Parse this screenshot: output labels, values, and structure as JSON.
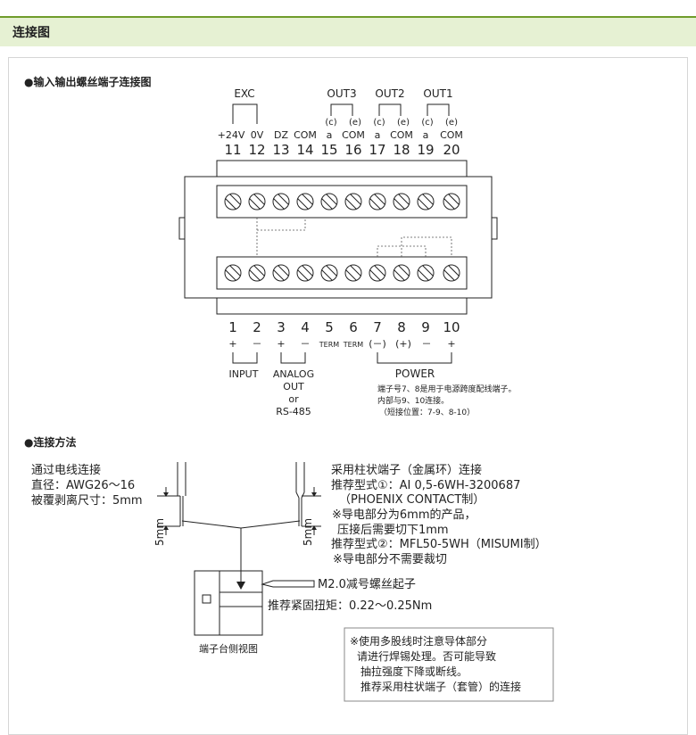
{
  "header": {
    "title": "连接图"
  },
  "section1": {
    "title": "●输入输出螺丝端子连接图"
  },
  "groups_top": {
    "exc": "EXC",
    "out3": "OUT3",
    "out2": "OUT2",
    "out1": "OUT1"
  },
  "ce": {
    "c": "(c)",
    "e": "(e)"
  },
  "top_labels": {
    "l11": "+24V",
    "l12": "0V",
    "l13": "DZ",
    "l14": "COM",
    "a": "a",
    "com": "COM"
  },
  "top_numbers": [
    "11",
    "12",
    "13",
    "14",
    "15",
    "16",
    "17",
    "18",
    "19",
    "20"
  ],
  "bottom_numbers": [
    "1",
    "2",
    "3",
    "4",
    "5",
    "6",
    "7",
    "8",
    "9",
    "10"
  ],
  "bottom_signs": {
    "plus": "+",
    "minus": "－",
    "term": "TERM",
    "neg": "(－)",
    "pos": "(+)"
  },
  "groups_bottom": {
    "input": "INPUT",
    "analog": "ANALOG",
    "out": "OUT",
    "or": "or",
    "rs485": "RS-485",
    "power": "POWER"
  },
  "power_note": [
    "端子号7、8是用于电源跨度配线端子。",
    "内部与9、10连接。",
    "（短接位置：7-9、8-10）"
  ],
  "section2": {
    "title": "●连接方法"
  },
  "wire_left": [
    "通过电线连接",
    "直径：AWG26～16",
    "被覆剥离尺寸：5mm"
  ],
  "wire_right": [
    "采用柱状端子（金属环）连接",
    "推荐型式①：AI 0,5-6WH-3200687",
    "（PHOENIX CONTACT制）",
    "※导电部分为6mm的产品，",
    "压接后需要切下1mm",
    "推荐型式②：MFL50-5WH（MISUMI制）",
    "※导电部分不需要裁切"
  ],
  "dim": "5mm",
  "screwdriver": "M2.0减号螺丝起子",
  "torque": "推荐紧固扭矩：0.22～0.25Nm",
  "side_caption": "端子台侧视图",
  "notice": [
    "※使用多股线时注意导体部分",
    "请进行焊锡处理。否可能导致",
    "抽拉强度下降或断线。",
    "推荐采用柱状端子（套管）的连接"
  ]
}
